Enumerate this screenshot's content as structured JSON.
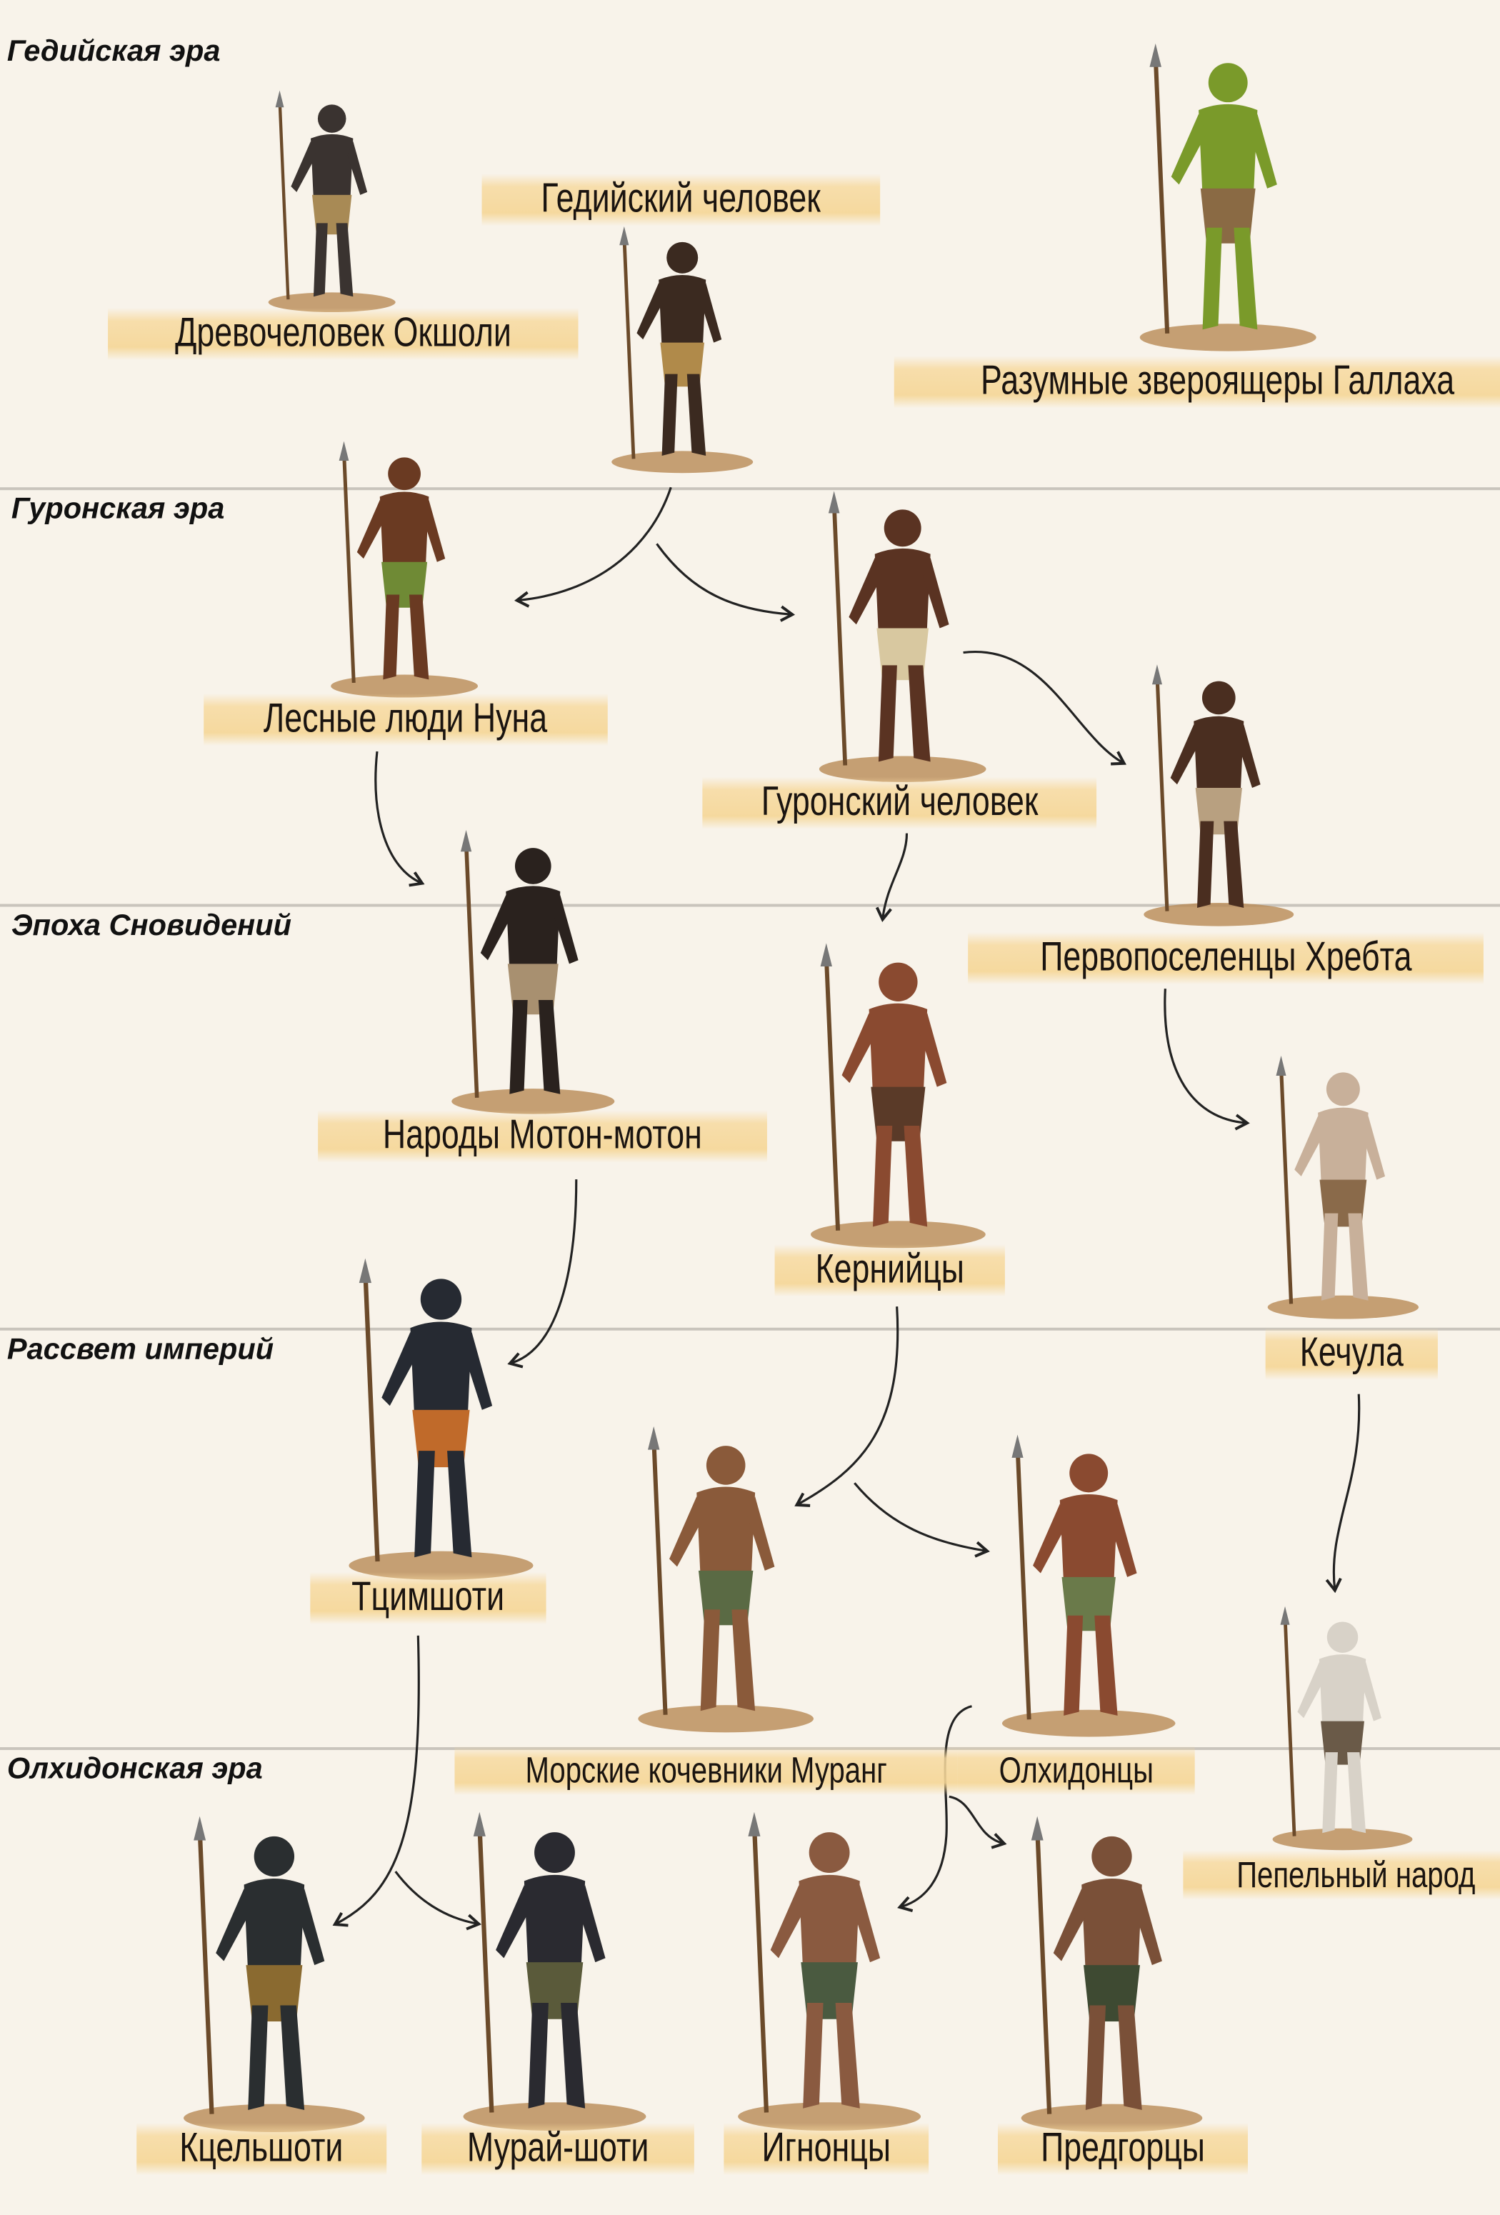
{
  "eras": [
    {
      "name": "Гедийская эра"
    },
    {
      "name": "Гуронская эра"
    },
    {
      "name": "Эпоха Сновидений"
    },
    {
      "name": "Рассвет империй"
    },
    {
      "name": "Олхидонская эра"
    }
  ],
  "peoples": [
    {
      "name": "Древочеловек Окшоли",
      "skin": "#3a3330",
      "cloth": "#a88a55"
    },
    {
      "name": "Гедийский человек",
      "skin": "#3b2a20",
      "cloth": "#b08a4a"
    },
    {
      "name": "Разумные звероящеры Галлаха",
      "skin": "#7a9a2a",
      "cloth": "#8a6a44"
    },
    {
      "name": "Лесные люди Нуна",
      "skin": "#6a3a22",
      "cloth": "#6f8a35"
    },
    {
      "name": "Гуронский человек",
      "skin": "#5a3322",
      "cloth": "#d8c8a0"
    },
    {
      "name": "Первопоселенцы Хребта",
      "skin": "#4a2e20",
      "cloth": "#b8a080"
    },
    {
      "name": "Народы Мотон-мотон",
      "skin": "#2a221e",
      "cloth": "#a89070"
    },
    {
      "name": "Кернийцы",
      "skin": "#8a4a30",
      "cloth": "#5a3a28"
    },
    {
      "name": "Кечула",
      "skin": "#c8b09a",
      "cloth": "#8a6a4a"
    },
    {
      "name": "Тцимшоти",
      "skin": "#262a32",
      "cloth": "#c06a2a"
    },
    {
      "name": "Морские кочевники Муранг",
      "skin": "#8a5a3a",
      "cloth": "#5a6a44"
    },
    {
      "name": "Олхидонцы",
      "skin": "#8a4a30",
      "cloth": "#6a7a4a"
    },
    {
      "name": "Пепельный народ",
      "skin": "#d8d2c8",
      "cloth": "#6a5a48"
    },
    {
      "name": "Кцельшоти",
      "skin": "#2a2e30",
      "cloth": "#8a6a30"
    },
    {
      "name": "Мурай-шоти",
      "skin": "#2a2a30",
      "cloth": "#5a5a3a"
    },
    {
      "name": "Игнонцы",
      "skin": "#8a5a40",
      "cloth": "#4a5a40"
    },
    {
      "name": "Предгорцы",
      "skin": "#7a5038",
      "cloth": "#3e4a32"
    }
  ],
  "colors": {
    "background": "#f8f3ea",
    "label_highlight": "#f5d696",
    "divider": "#c9c4bc",
    "arrow": "#222222"
  }
}
